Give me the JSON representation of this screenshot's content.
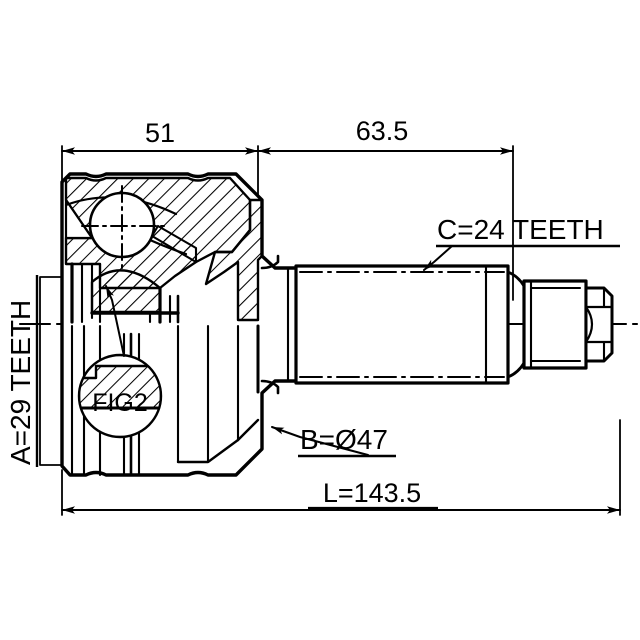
{
  "drawing": {
    "title": "CV Joint Cross-Section Technical Drawing",
    "part_type": "outer-cv-joint",
    "line_color": "#000000",
    "background_color": "#ffffff"
  },
  "dimensions": {
    "joint_body_length": "51",
    "shaft_length": "63.5",
    "overall_length": "L=143.5",
    "boot_diameter": "B=Ø47"
  },
  "spline_labels": {
    "inner_teeth": "A=29 TEETH",
    "outer_teeth": "C=24 TEETH"
  },
  "detail_callout": {
    "label": "FIG2"
  }
}
